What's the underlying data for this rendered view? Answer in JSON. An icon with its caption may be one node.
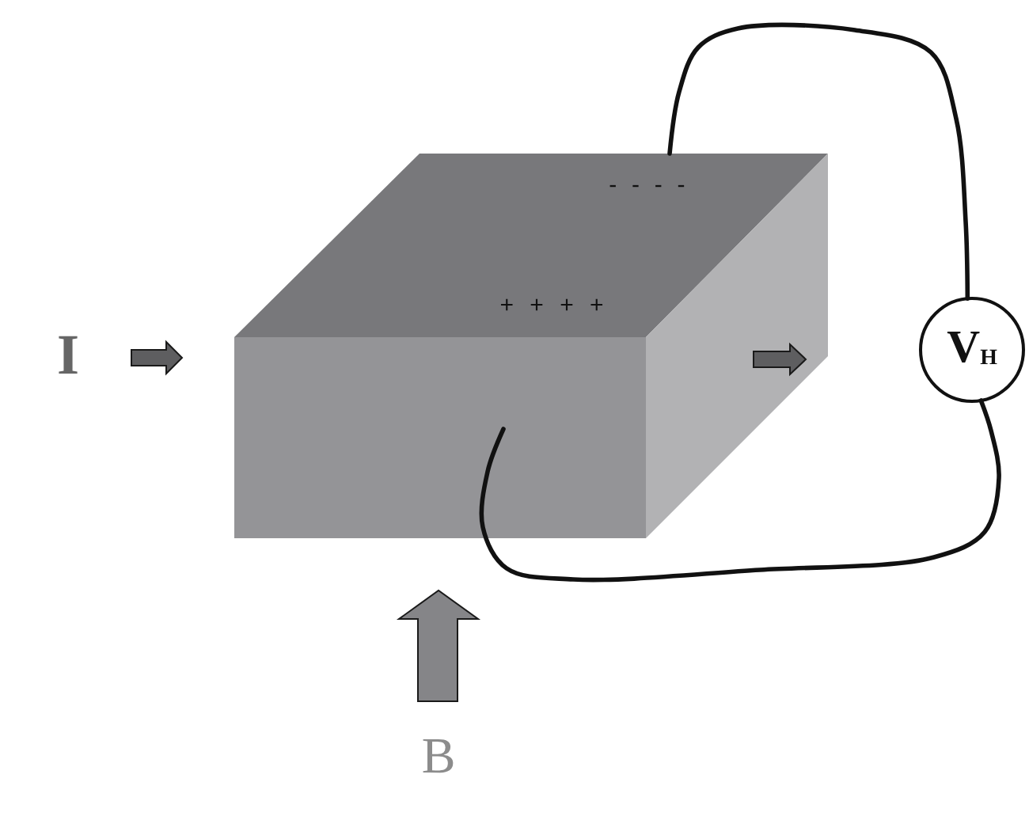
{
  "diagram": {
    "nodes": [
      {
        "text": [
          "- - - -",
          "+ + + +"
        ]
      },
      {
        "text": [
          "V$_{H}$"
        ]
      }
    ],
    "edges": [
      {
        "from": 0,
        "to": 1,
        "arrow": "none"
      },
      {
        "from": 0,
        "to": 1,
        "arrow": "none"
      }
    ],
    "labels": [
      "I",
      "B"
    ]
  }
}
